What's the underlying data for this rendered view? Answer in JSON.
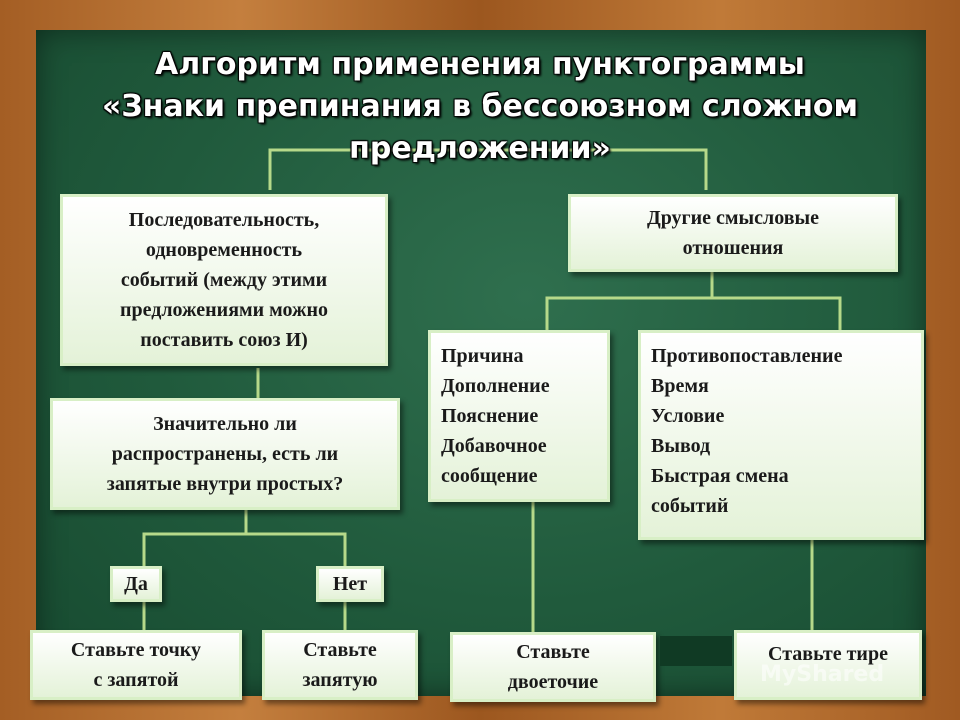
{
  "title": "Алгоритм применения пунктограммы\n«Знаки препинания в бессоюзном сложном\nпредложении»",
  "boxes": {
    "sequence": "Последовательность,\nодновременность\nсобытий (между этими\nпредложениями можно\nпоставить союз И)",
    "other": "Другие смысловые\nотношения",
    "question": "Значительно ли\nраспространены, есть ли\nзапятые внутри простых?",
    "yes": "Да",
    "no": "Нет",
    "semicolon": "Ставьте точку\nс запятой",
    "comma": "Ставьте\nзапятую",
    "reasons": "Причина\nДополнение\nПояснение\nДобавочное\nсообщение",
    "contrasts": "Противопоставление\nВремя\nУсловие\nВывод\nБыстрая смена\nсобытий",
    "colon": "Ставьте\nдвоеточие",
    "dash": "Ставьте тире"
  },
  "watermark": "MyShared",
  "colors": {
    "connector": "#b6d98a",
    "board": "#205a3c",
    "frame": "#a45e24"
  }
}
